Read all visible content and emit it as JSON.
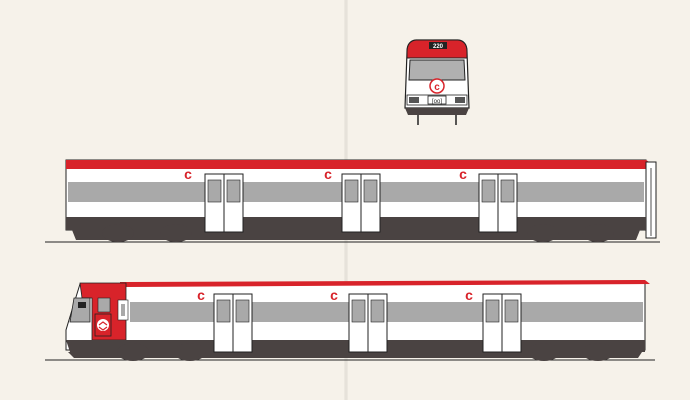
{
  "drawing": {
    "colors": {
      "paper": "#f6f2ea",
      "red": "#d8232a",
      "grey": "#a9a9a9",
      "dark": "#4a4342",
      "white": "#ffffff",
      "outline": "#222222"
    },
    "front_view": {
      "destination_display": "220",
      "logo_letter": "c",
      "plate_text": "[oo]"
    },
    "car_logo_letter": "c",
    "icons": [
      "front-car-logo-icon",
      "renfe-cab-logo-icon"
    ]
  }
}
